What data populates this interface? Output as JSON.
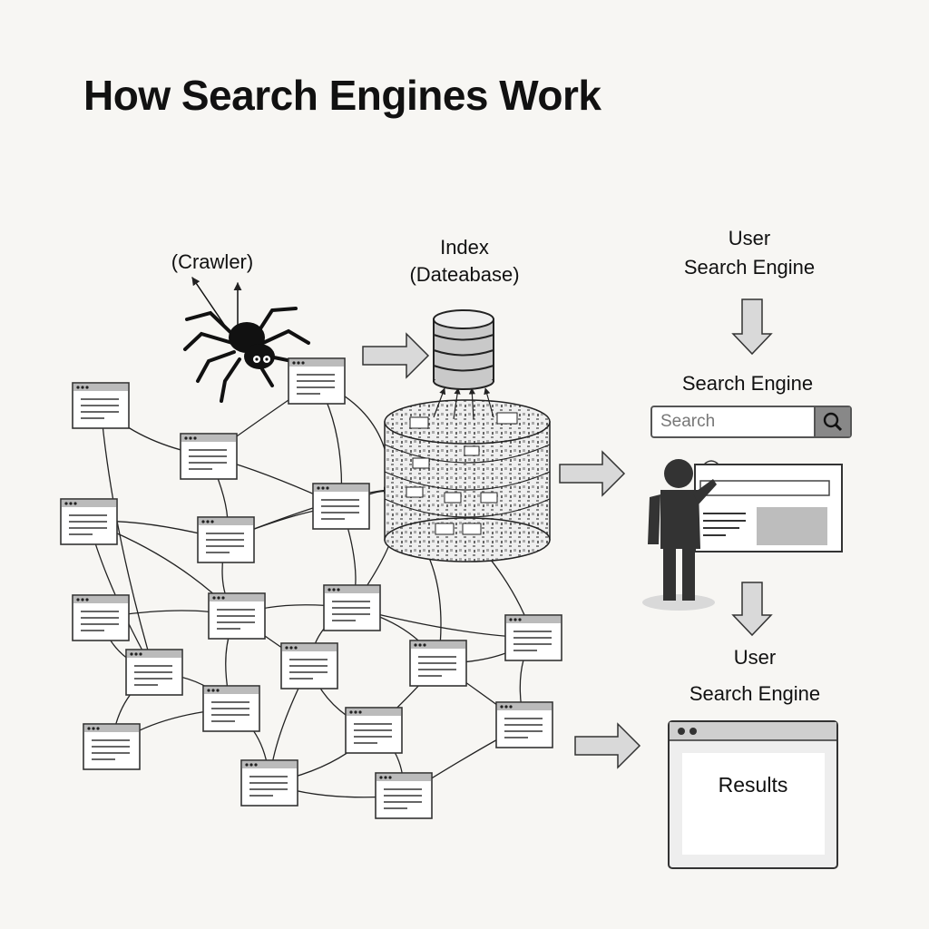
{
  "title": "How Search Engines Work",
  "labels": {
    "crawler": "(Crawler)",
    "index_line1": "Index",
    "index_line2": "(Dateabase)",
    "user_top_line1": "User",
    "user_top_line2": "Search Engine",
    "search_engine": "Search Engine",
    "user_bottom_line1": "User",
    "user_bottom_line2": "Search Engine"
  },
  "search": {
    "placeholder": "Search"
  },
  "results": {
    "label": "Results"
  },
  "colors": {
    "ink": "#111111",
    "arrow_fill": "#d9d9d9",
    "panel_gray": "#bdbdbd",
    "background": "#f7f6f3"
  },
  "icons": [
    "spider-icon",
    "database-icon",
    "magnifier-icon",
    "user-figure-icon",
    "webpage-icon"
  ]
}
